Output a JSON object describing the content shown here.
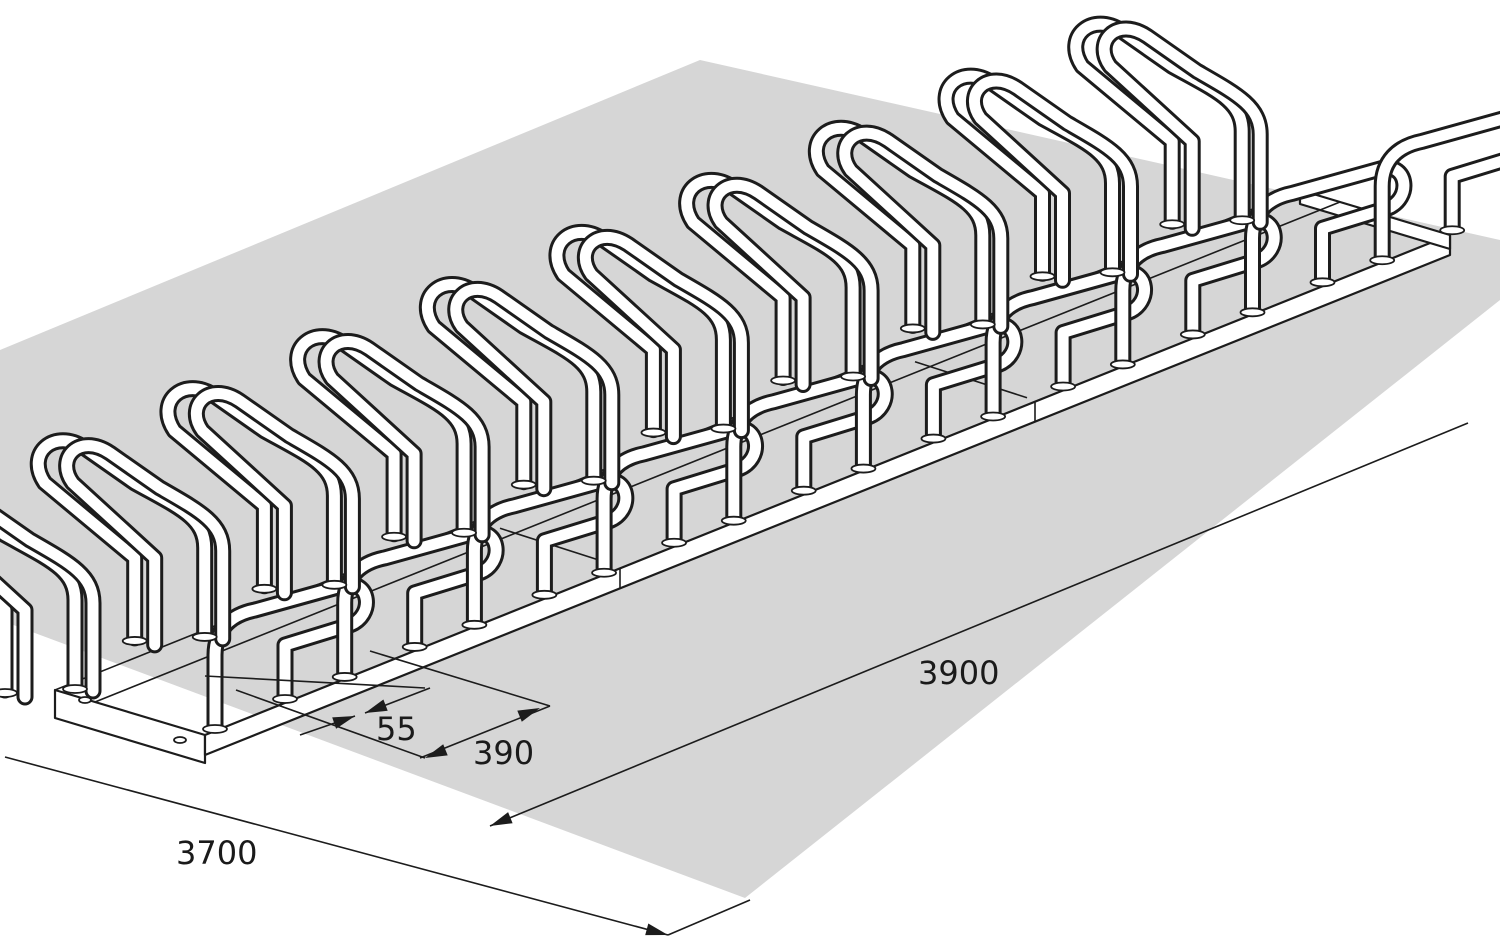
{
  "colors": {
    "floor": "#d6d6d6",
    "line": "#1c1c1c",
    "tube_fill": "#ffffff"
  },
  "rack": {
    "holders_per_side": 10,
    "segments": 3
  },
  "dimensions": {
    "total_length": "3900",
    "total_width": "3700",
    "spacing": "390",
    "tube_offset": "55"
  }
}
